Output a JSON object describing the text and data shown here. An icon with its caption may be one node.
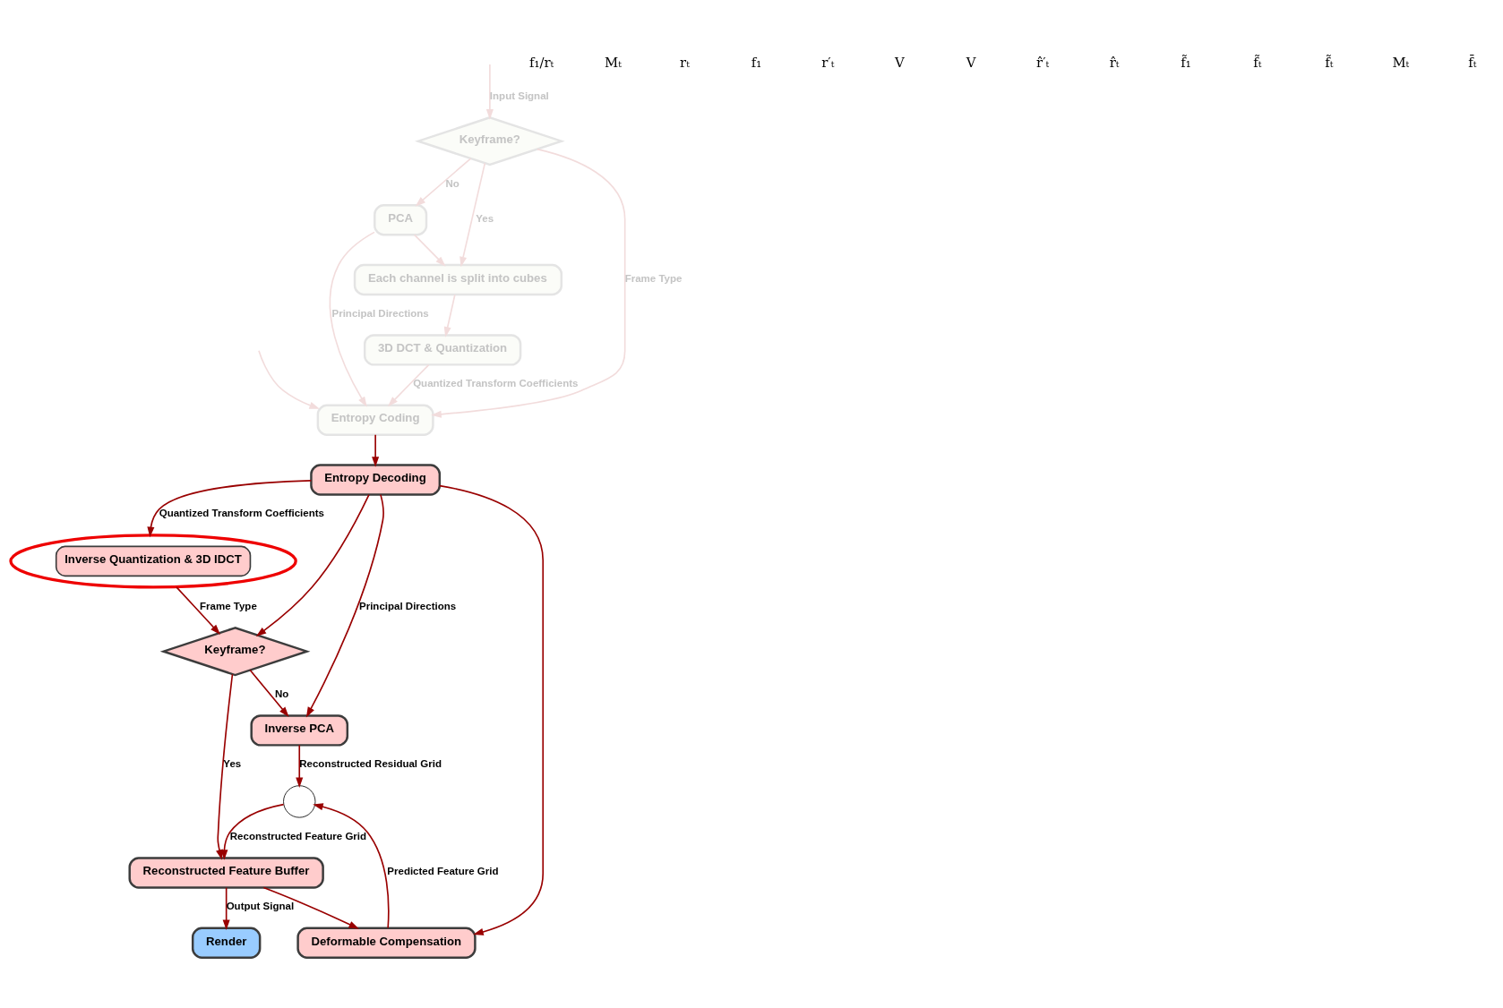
{
  "diagram": {
    "nodes": [
      {
        "text": [
          "Keyframe?"
        ]
      },
      {
        "text": [
          "PCA"
        ]
      },
      {
        "text": [
          "Each channel is split into cubes"
        ]
      },
      {
        "text": [
          "3D DCT & Quantization"
        ]
      },
      {
        "text": [
          "Entropy Coding"
        ]
      },
      {
        "text": [
          "Entropy Decoding"
        ]
      },
      {
        "text": [
          "Inverse Quantization & 3D IDCT"
        ]
      },
      {
        "text": [
          "Keyframe?"
        ]
      },
      {
        "text": [
          "Inverse PCA"
        ]
      },
      {
        "text": [
          "Render"
        ]
      },
      {
        "text": [
          "Reconstructed Feature Buffer"
        ]
      },
      {
        "text": [
          "Deformable Compensation"
        ]
      },
      {
        "text": [],
        "shape": "circle"
      }
    ],
    "edges": [
      {
        "from": null,
        "to": 0,
        "arrow": "to",
        "label": "Input Signal",
        "color": "#f2dcdc"
      },
      {
        "from": 0,
        "to": 1,
        "arrow": "to",
        "label": "No",
        "color": "#f2dcdc"
      },
      {
        "from": 0,
        "to": 2,
        "arrow": "to",
        "label": "Yes",
        "color": "#f2dcdc"
      },
      {
        "from": 0,
        "to": 4,
        "arrow": "to",
        "label": "Frame Type",
        "color": "#f2dcdc"
      },
      {
        "from": 1,
        "to": 2,
        "arrow": "to",
        "color": "#f2dcdc"
      },
      {
        "from": 1,
        "to": 4,
        "arrow": "to",
        "label": "Principal Directions",
        "color": "#f2dcdc"
      },
      {
        "from": 2,
        "to": 3,
        "arrow": "to",
        "color": "#f2dcdc"
      },
      {
        "from": 3,
        "to": 4,
        "arrow": "to",
        "label": "Quantized Transform Coefficients",
        "color": "#f2dcdc"
      },
      {
        "from": null,
        "to": 4,
        "arrow": "to",
        "color": "#f2dcdc"
      },
      {
        "from": 4,
        "to": 5,
        "arrow": "to"
      },
      {
        "from": 5,
        "to": 6,
        "arrow": "to",
        "label": "Quantized Transform Coefficients"
      },
      {
        "from": 5,
        "to": 7,
        "arrow": "to"
      },
      {
        "from": 5,
        "to": 8,
        "arrow": "to",
        "label": "Principal Directions"
      },
      {
        "from": 5,
        "to": 11,
        "arrow": "to"
      },
      {
        "from": 6,
        "to": 7,
        "arrow": "to",
        "label": "Frame Type"
      },
      {
        "from": 7,
        "to": 8,
        "arrow": "to",
        "label": "No"
      },
      {
        "from": 7,
        "to": 10,
        "arrow": "to",
        "label": "Yes"
      },
      {
        "from": 8,
        "to": 12,
        "arrow": "to",
        "label": "Reconstructed Residual Grid"
      },
      {
        "from": 12,
        "to": 10,
        "arrow": "to",
        "label": "Reconstructed Feature Grid"
      },
      {
        "from": 11,
        "to": 12,
        "arrow": "to",
        "label": "Predicted Feature Grid"
      },
      {
        "from": 10,
        "to": 11,
        "arrow": "to"
      },
      {
        "from": 10,
        "to": 9,
        "arrow": "to",
        "label": "Output Signal"
      }
    ],
    "labels": [
      "f₁/rₜ",
      "Mₜ",
      "rₜ",
      "f₁",
      "r′ₜ",
      "V",
      "V",
      "r̂′ₜ",
      "r̂ₜ",
      "f̃₁",
      "f̃ₜ",
      "f̃ₜ",
      "Mₜ",
      "f̄ₜ"
    ]
  }
}
